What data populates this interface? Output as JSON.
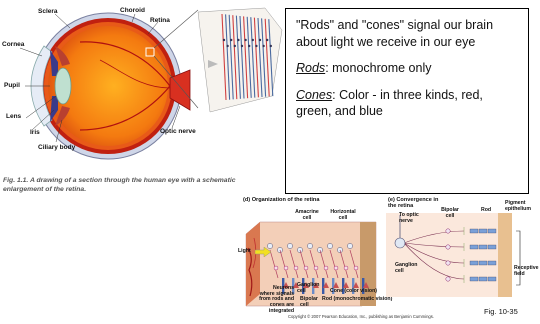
{
  "eye_labels": {
    "sclera": "Sclera",
    "choroid": "Choroid",
    "retina": "Retina",
    "cornea": "Cornea",
    "pupil": "Pupil",
    "lens": "Lens",
    "iris": "Iris",
    "ciliary_body": "Ciliary body",
    "optic_nerve": "Optic nerve"
  },
  "caption": "Fig. 1.1. A drawing of a section through the human eye with a schematic enlargement of the retina.",
  "callout": {
    "line1": "\"Rods\" and \"cones\" signal our brain about light we receive in our eye",
    "rods_term": "Rods",
    "rods_desc": ": monochrome only",
    "cones_term": "Cones",
    "cones_desc": ": Color - in three kinds, red, green, and blue"
  },
  "retina_panel": {
    "title": "(d) Organization of the retina",
    "amacrine": "Amacrine cell",
    "horizontal": "Horizontal cell",
    "light": "Light",
    "neurons_note": "Neurons where signals from rods and cones are integrated",
    "ganglion": "Ganglion cell",
    "bipolar": "Bipolar cell",
    "cone": "Cone (color vision)",
    "rod": "Rod (monochromatic vision)"
  },
  "convergence_panel": {
    "title": "(e) Convergence in the retina",
    "to_optic": "To optic nerve",
    "bipolar": "Bipolar cell",
    "rod": "Rod",
    "pigment": "Pigment epithelium",
    "ganglion": "Ganglion cell",
    "receptive": "Receptive field"
  },
  "figure_ref": "Fig. 10-35",
  "copyright": "Copyright © 2007 Pearson Education, Inc., publishing as Benjamin Cummings."
}
